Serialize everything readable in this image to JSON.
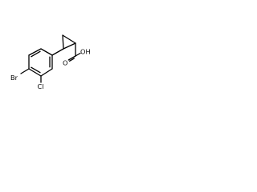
{
  "molecule": {
    "labels": {
      "bromine": "Br",
      "chlorine": "Cl",
      "carbonyl_oxygen": "O",
      "hydroxyl": "OH"
    }
  }
}
